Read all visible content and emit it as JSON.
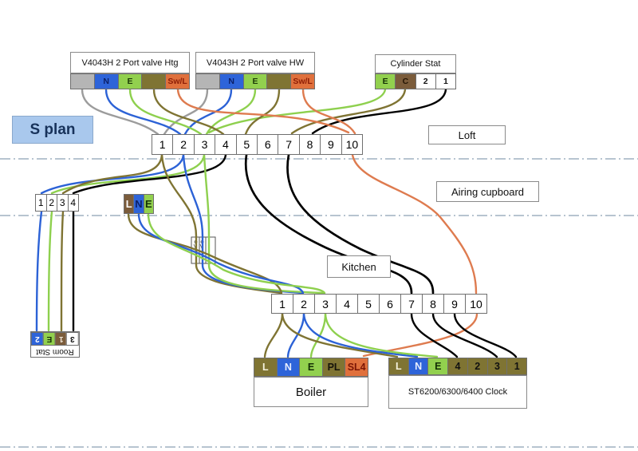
{
  "plan_label": "S plan",
  "zones": {
    "loft": "Loft",
    "airing_cupboard": "Airing cupboard",
    "kitchen": "Kitchen"
  },
  "palette": {
    "wire_grey": "#9c9c9c",
    "wire_blue": "#2c62d6",
    "wire_green": "#8ed04e",
    "wire_olive": "#7f7433",
    "wire_black": "#000000",
    "wire_orange": "#de7b4f",
    "cell_grey": "#b5b5b5",
    "cell_blue": "#2e64d9",
    "cell_green": "#92d04e",
    "cell_olive": "#7f7433",
    "cell_orange": "#e0703c",
    "cell_brown": "#7b5c3b",
    "plan_label_bg": "#a9c8ed",
    "zone_line": "#9fb0c0"
  },
  "valve_htg": {
    "title": "V4043H 2 Port valve Htg",
    "terminals": [
      {
        "label": "",
        "bg": "#b5b5b5"
      },
      {
        "label": "N",
        "bg": "#2e64d9",
        "fg": "#0b1f66"
      },
      {
        "label": "E",
        "bg": "#92d04e",
        "fg": "#1c3a08"
      },
      {
        "label": "",
        "bg": "#7f7433"
      },
      {
        "label": "Sw/L",
        "bg": "#e0703c",
        "fg": "#8c1d06"
      }
    ]
  },
  "valve_hw": {
    "title": "V4043H 2 Port valve HW",
    "terminals": [
      {
        "label": "",
        "bg": "#b5b5b5"
      },
      {
        "label": "N",
        "bg": "#2e64d9",
        "fg": "#0b1f66"
      },
      {
        "label": "E",
        "bg": "#92d04e",
        "fg": "#1c3a08"
      },
      {
        "label": "",
        "bg": "#7f7433"
      },
      {
        "label": "Sw/L",
        "bg": "#e0703c",
        "fg": "#8c1d06"
      }
    ]
  },
  "cylinder_stat": {
    "title": "Cylinder Stat",
    "terminals": [
      {
        "label": "E",
        "bg": "#92d04e",
        "fg": "#143005"
      },
      {
        "label": "C",
        "bg": "#7b5c3b",
        "fg": "#241505"
      },
      {
        "label": "2",
        "bg": "#ffffff",
        "fg": "#111111"
      },
      {
        "label": "1",
        "bg": "#ffffff",
        "fg": "#111111"
      }
    ]
  },
  "top_strip": {
    "terminals": [
      "1",
      "2",
      "3",
      "4",
      "5",
      "6",
      "7",
      "8",
      "9",
      "10"
    ]
  },
  "bottom_strip": {
    "terminals": [
      "1",
      "2",
      "3",
      "4",
      "5",
      "6",
      "7",
      "8",
      "9",
      "10"
    ]
  },
  "left_strip": {
    "terminals": [
      "1",
      "2",
      "3",
      "4"
    ]
  },
  "supply_strip": {
    "terminals": [
      {
        "label": "L",
        "bg": "#7b5c3b",
        "fg": "#ffffff"
      },
      {
        "label": "N",
        "bg": "#2e64d9",
        "fg": "#0b1f66"
      },
      {
        "label": "E",
        "bg": "#92d04e",
        "fg": "#143005"
      }
    ]
  },
  "room_stat": {
    "title": "Room Stat",
    "terminals": [
      {
        "label": "2",
        "bg": "#2e64d9",
        "fg": "#ffffff",
        "rot": true
      },
      {
        "label": "E",
        "bg": "#92d04e",
        "fg": "#143005",
        "rot": true
      },
      {
        "label": "1",
        "bg": "#7b5c3b",
        "fg": "#f0e6d8",
        "rot": true
      },
      {
        "label": "3",
        "bg": "#ffffff",
        "fg": "#111111",
        "rot": true
      }
    ]
  },
  "boiler": {
    "title": "Boiler",
    "terminals": [
      {
        "label": "L",
        "bg": "#7f7433",
        "fg": "#f5f2dc"
      },
      {
        "label": "N",
        "bg": "#2e64d9",
        "fg": "#e8eeff"
      },
      {
        "label": "E",
        "bg": "#92d04e",
        "fg": "#143005"
      },
      {
        "label": "PL",
        "bg": "#7f7433",
        "fg": "#15130a"
      },
      {
        "label": "SL4",
        "bg": "#e0703c",
        "fg": "#7a1505"
      }
    ]
  },
  "clock": {
    "title": "ST6200/6300/6400 Clock",
    "terminals": [
      {
        "label": "L",
        "bg": "#7f7433",
        "fg": "#f5f2dc"
      },
      {
        "label": "N",
        "bg": "#2e64d9",
        "fg": "#e8eeff"
      },
      {
        "label": "E",
        "bg": "#92d04e",
        "fg": "#143005"
      },
      {
        "label": "4",
        "bg": "#7f7433",
        "fg": "#111111"
      },
      {
        "label": "2",
        "bg": "#7f7433",
        "fg": "#111111"
      },
      {
        "label": "3",
        "bg": "#7f7433",
        "fg": "#111111"
      },
      {
        "label": "1",
        "bg": "#7f7433",
        "fg": "#111111"
      }
    ]
  }
}
